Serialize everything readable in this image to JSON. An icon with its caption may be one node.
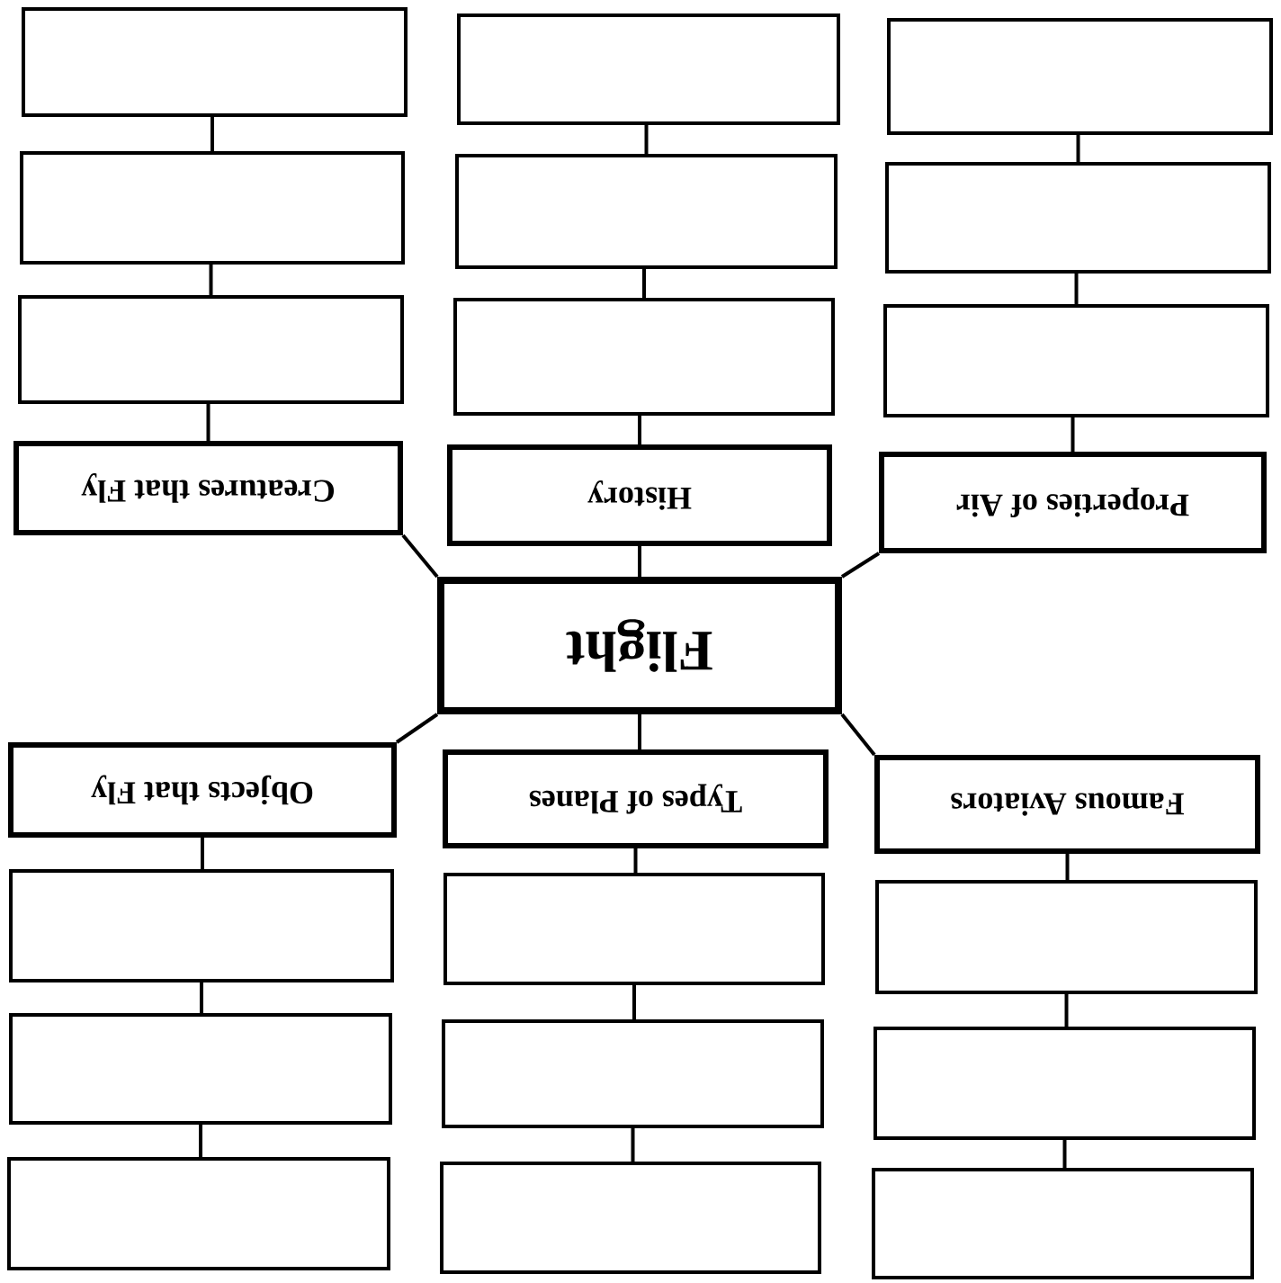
{
  "diagram": {
    "nodes": [
      {
        "text": [
          "Flight"
        ]
      },
      {
        "text": [
          "Creatures that Fly"
        ]
      },
      {
        "text": [
          "History"
        ]
      },
      {
        "text": [
          "Properties of Air"
        ]
      },
      {
        "text": [
          "Objects that Fly"
        ]
      },
      {
        "text": [
          "Types of Planes"
        ]
      },
      {
        "text": [
          "Famous Aviators"
        ]
      },
      {
        "text": [],
        "shape": "box"
      },
      {
        "text": [],
        "shape": "box"
      },
      {
        "text": [],
        "shape": "box"
      },
      {
        "text": [],
        "shape": "box"
      },
      {
        "text": [],
        "shape": "box"
      },
      {
        "text": [],
        "shape": "box"
      },
      {
        "text": [],
        "shape": "box"
      },
      {
        "text": [],
        "shape": "box"
      },
      {
        "text": [],
        "shape": "box"
      },
      {
        "text": [],
        "shape": "box"
      },
      {
        "text": [],
        "shape": "box"
      },
      {
        "text": [],
        "shape": "box"
      },
      {
        "text": [],
        "shape": "box"
      },
      {
        "text": [],
        "shape": "box"
      },
      {
        "text": [],
        "shape": "box"
      },
      {
        "text": [],
        "shape": "box"
      },
      {
        "text": [],
        "shape": "box"
      },
      {
        "text": [],
        "shape": "box"
      }
    ],
    "edges": [
      {
        "from": 0,
        "to": 1,
        "arrow": "none"
      },
      {
        "from": 0,
        "to": 2,
        "arrow": "none"
      },
      {
        "from": 0,
        "to": 3,
        "arrow": "none"
      },
      {
        "from": 0,
        "to": 4,
        "arrow": "none"
      },
      {
        "from": 0,
        "to": 5,
        "arrow": "none"
      },
      {
        "from": 0,
        "to": 6,
        "arrow": "none"
      },
      {
        "from": 1,
        "to": 9,
        "arrow": "none"
      },
      {
        "from": 9,
        "to": 8,
        "arrow": "none"
      },
      {
        "from": 8,
        "to": 7,
        "arrow": "none"
      },
      {
        "from": 2,
        "to": 12,
        "arrow": "none"
      },
      {
        "from": 12,
        "to": 11,
        "arrow": "none"
      },
      {
        "from": 11,
        "to": 10,
        "arrow": "none"
      },
      {
        "from": 3,
        "to": 15,
        "arrow": "none"
      },
      {
        "from": 15,
        "to": 14,
        "arrow": "none"
      },
      {
        "from": 14,
        "to": 13,
        "arrow": "none"
      },
      {
        "from": 4,
        "to": 16,
        "arrow": "none"
      },
      {
        "from": 16,
        "to": 17,
        "arrow": "none"
      },
      {
        "from": 17,
        "to": 18,
        "arrow": "none"
      },
      {
        "from": 5,
        "to": 19,
        "arrow": "none"
      },
      {
        "from": 19,
        "to": 20,
        "arrow": "none"
      },
      {
        "from": 20,
        "to": 21,
        "arrow": "none"
      },
      {
        "from": 6,
        "to": 22,
        "arrow": "none"
      },
      {
        "from": 22,
        "to": 23,
        "arrow": "none"
      },
      {
        "from": 23,
        "to": 24,
        "arrow": "none"
      }
    ]
  }
}
